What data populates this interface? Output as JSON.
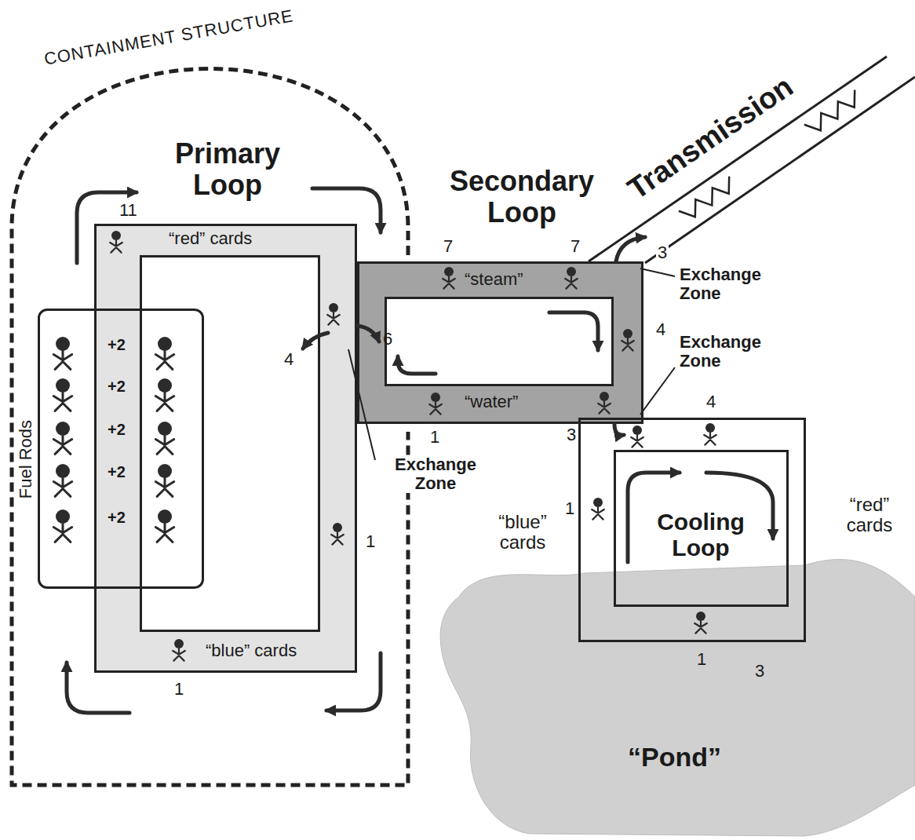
{
  "diagram": {
    "nodes": [
      {
        "text": [
          "CONTAINMENT STRUCTURE"
        ]
      },
      {
        "text": [
          "Primary Loop",
          "“red” cards",
          "“blue” cards"
        ],
        "in": 0
      },
      {
        "text": [
          "Fuel Rods"
        ],
        "in": 0
      },
      {
        "text": [
          "Secondary Loop",
          "“steam”",
          "“water”"
        ]
      },
      {
        "text": [
          "Transmission"
        ]
      },
      {
        "text": [
          "“Pond”"
        ]
      },
      {
        "text": [
          "Cooling Loop",
          "“blue” cards",
          "“red” cards"
        ]
      }
    ],
    "edges": [
      {
        "from": 1,
        "to": 3,
        "arrow": "to"
      },
      {
        "from": 3,
        "to": 4,
        "arrow": "to"
      },
      {
        "from": 3,
        "to": 6,
        "arrow": "to"
      }
    ],
    "labels": [
      "11",
      "+2",
      "+2",
      "+2",
      "+2",
      "+2",
      "4",
      "6",
      "Exchange Zone",
      "1",
      "1",
      "7",
      "7",
      "3",
      "Exchange Zone",
      "4",
      "Exchange Zone",
      "1",
      "3",
      "4",
      "1",
      "1",
      "3"
    ]
  }
}
